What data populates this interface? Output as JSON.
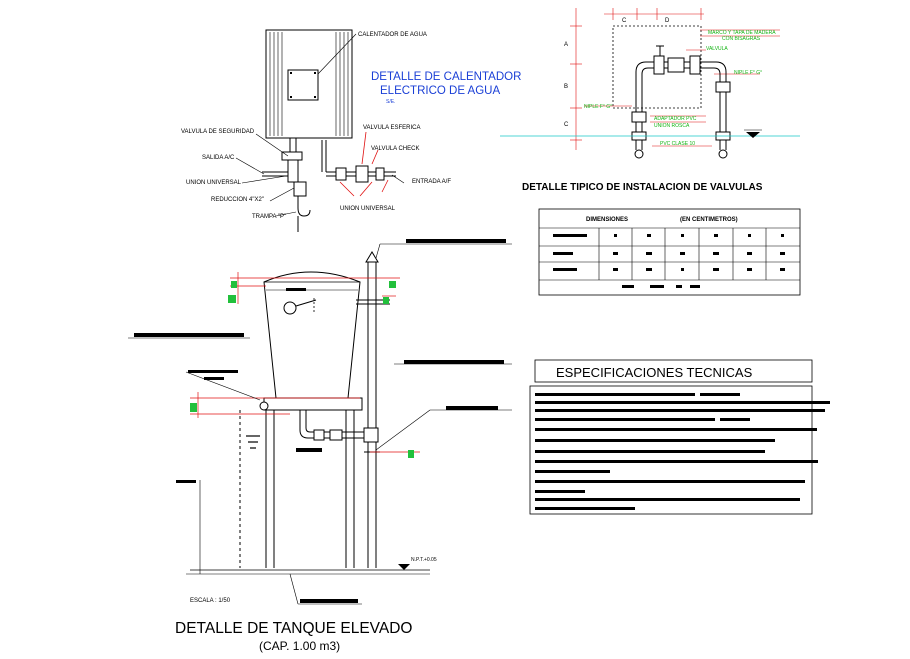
{
  "heater": {
    "title_line1": "DETALLE  DE  CALENTADOR",
    "title_line2": "ELECTRICO  DE  AGUA",
    "scale": "S/E.",
    "labels": {
      "calentador": "CALENTADOR DE AGUA",
      "valvula_seguridad": "VALVULA DE SEGURIDAD",
      "salida": "SALIDA A/C",
      "union_universal_left": "UNION UNIVERSAL",
      "reduccion": "REDUCCION 4\"X2\"",
      "trampa": "TRAMPA \"P\"",
      "valvula_esferica": "VALVULA ESFERICA",
      "valvula_check": "VALVULA CHECK",
      "entrada": "ENTRADA A/F",
      "union_universal_bottom": "UNION UNIVERSAL"
    }
  },
  "valves": {
    "title": "DETALLE TIPICO DE INSTALACION DE VALVULAS",
    "dims": {
      "c": "C",
      "d": "D",
      "a": "A",
      "b": "B",
      "c_side": "C"
    },
    "labels": {
      "marco": "MARCO Y TAPA DE MADERA",
      "con_bisagras": "CON BISAGRAS",
      "valvula": "VALVULA",
      "niple": "NIPLE F° G°",
      "niple_left": "NIPLE F° G°",
      "adaptador": "ADAPTADOR PVC",
      "union_rosca": "UNION ROSCA",
      "pvc_clase": "PVC CLASE 10"
    }
  },
  "dims_table": {
    "header_left": "DIMENSIONES",
    "header_right": "(EN CENTIMETROS)"
  },
  "tank": {
    "title": "DETALLE DE TANQUE ELEVADO",
    "subtitle": "(CAP. 1.00 m3)",
    "scale": "ESCALA :  1/50",
    "npt": "N.P.T.+0.05"
  },
  "specs": {
    "title": "ESPECIFICACIONES TECNICAS"
  },
  "colors": {
    "line": "#000000",
    "red_dimension": "#e01010",
    "green_text": "#12b312",
    "blue_text": "#1a3fd6",
    "cyan_line": "#18c8c8",
    "green_marker": "#22c03c"
  }
}
